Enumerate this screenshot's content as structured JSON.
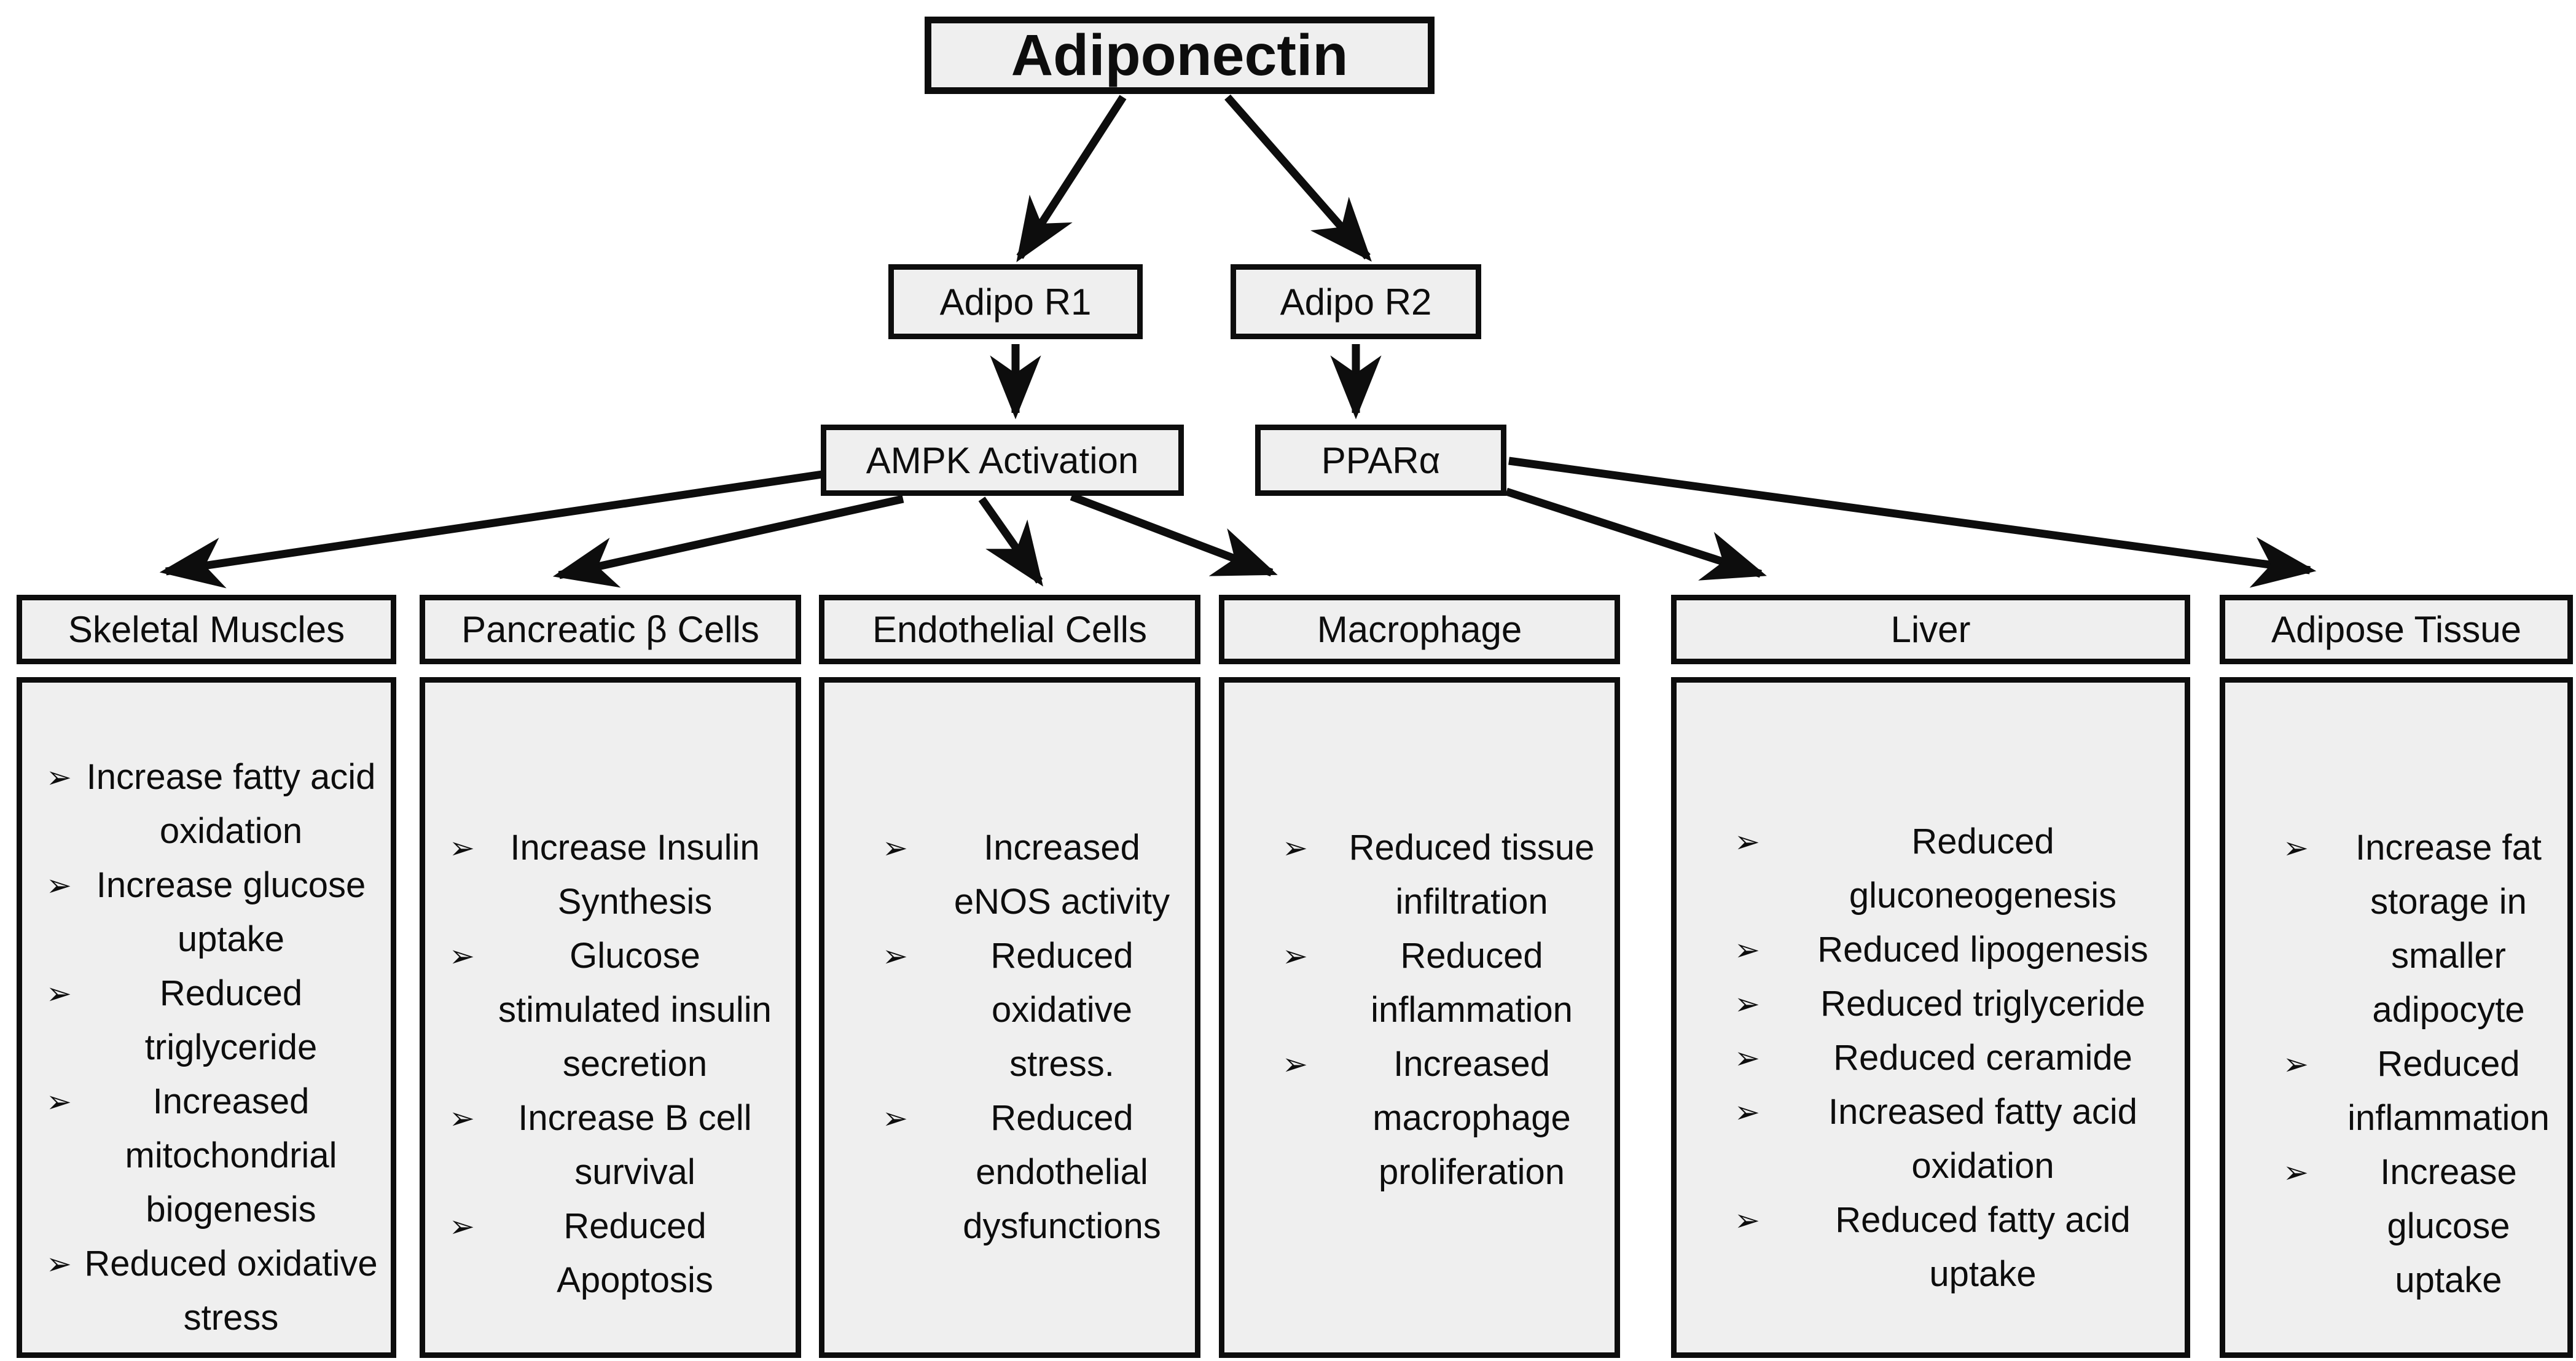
{
  "title": {
    "label": "Adiponectin"
  },
  "receptors": [
    {
      "label": "Adipo R1"
    },
    {
      "label": "Adipo R2"
    }
  ],
  "mediators": [
    {
      "label": "AMPK Activation"
    },
    {
      "label": "PPARα"
    }
  ],
  "ui": {
    "bullet_glyph": "➢"
  },
  "targets": [
    {
      "label": "Skeletal Muscles",
      "effects": [
        "Increase fatty acid oxidation",
        "Increase glucose uptake",
        "Reduced triglyceride",
        "Increased mitochondrial biogenesis",
        "Reduced oxidative stress"
      ]
    },
    {
      "label": "Pancreatic β Cells",
      "effects": [
        "Increase Insulin Synthesis",
        "Glucose stimulated insulin secretion",
        "Increase B cell survival",
        "Reduced Apoptosis"
      ]
    },
    {
      "label": "Endothelial Cells",
      "effects": [
        "Increased eNOS activity",
        "Reduced oxidative stress.",
        "Reduced endothelial dysfunctions"
      ]
    },
    {
      "label": "Macrophage",
      "effects": [
        "Reduced tissue infiltration",
        "Reduced inflammation",
        "Increased macrophage proliferation"
      ]
    },
    {
      "label": "Liver",
      "effects": [
        "Reduced gluconeogenesis",
        "Reduced lipogenesis",
        "Reduced triglyceride",
        "Reduced ceramide",
        "Increased fatty acid oxidation",
        "Reduced fatty acid uptake"
      ]
    },
    {
      "label": "Adipose Tissue",
      "effects": [
        "Increase fat storage in smaller adipocyte",
        "Reduced inflammation",
        "Increase glucose uptake"
      ]
    }
  ],
  "edges": [
    {
      "from": "Adiponectin",
      "to": "Adipo R1"
    },
    {
      "from": "Adiponectin",
      "to": "Adipo R2"
    },
    {
      "from": "Adipo R1",
      "to": "AMPK Activation"
    },
    {
      "from": "Adipo R2",
      "to": "PPARα"
    },
    {
      "from": "AMPK Activation",
      "to": "Skeletal Muscles"
    },
    {
      "from": "AMPK Activation",
      "to": "Pancreatic β Cells"
    },
    {
      "from": "AMPK Activation",
      "to": "Endothelial Cells"
    },
    {
      "from": "AMPK Activation",
      "to": "Macrophage"
    },
    {
      "from": "PPARα",
      "to": "Liver"
    },
    {
      "from": "PPARα",
      "to": "Adipose Tissue"
    }
  ],
  "colors": {
    "background": "#ffffff",
    "box_fill": "#efefef",
    "box_border": "#0d0d0d",
    "text": "#0d0d0d",
    "arrow": "#0d0d0d"
  }
}
